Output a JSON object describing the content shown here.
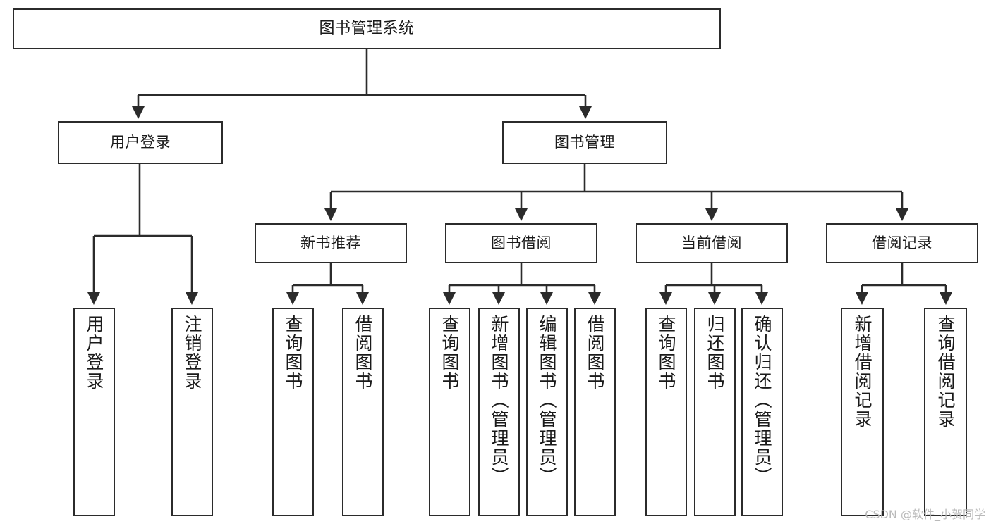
{
  "diagram": {
    "kind": "tree-hierarchy-chart",
    "title": "图书管理系统",
    "stroke_color": "#2b2b2b",
    "background_color": "#ffffff",
    "text_color": "#1a1a1a"
  },
  "nodes": {
    "root": {
      "label": "图书管理系统"
    },
    "level2": [
      {
        "id": "user-login",
        "label": "用户登录"
      },
      {
        "id": "book-management",
        "label": "图书管理"
      }
    ],
    "level3": [
      {
        "id": "new-book-recommend",
        "label": "新书推荐"
      },
      {
        "id": "book-borrow",
        "label": "图书借阅"
      },
      {
        "id": "current-borrow",
        "label": "当前借阅"
      },
      {
        "id": "borrow-record",
        "label": "借阅记录"
      }
    ],
    "leaves": {
      "user-login": [
        {
          "id": "leaf-user-login",
          "label": "用户登录"
        },
        {
          "id": "leaf-logout",
          "label": "注销登录"
        }
      ],
      "new-book-recommend": [
        {
          "id": "leaf-query-book-1",
          "label": "查询图书"
        },
        {
          "id": "leaf-borrow-book-1",
          "label": "借阅图书"
        }
      ],
      "book-borrow": [
        {
          "id": "leaf-query-book-2",
          "label": "查询图书"
        },
        {
          "id": "leaf-add-book-admin",
          "label": "新增图书（管理员）"
        },
        {
          "id": "leaf-edit-book-admin",
          "label": "编辑图书（管理员）"
        },
        {
          "id": "leaf-borrow-book-2",
          "label": "借阅图书"
        }
      ],
      "current-borrow": [
        {
          "id": "leaf-query-book-3",
          "label": "查询图书"
        },
        {
          "id": "leaf-return-book",
          "label": "归还图书"
        },
        {
          "id": "leaf-confirm-return-admin",
          "label": "确认归还（管理员）"
        }
      ],
      "borrow-record": [
        {
          "id": "leaf-add-borrow-record",
          "label": "新增借阅记录"
        },
        {
          "id": "leaf-query-borrow-record",
          "label": "查询借阅记录"
        }
      ]
    }
  },
  "watermark": {
    "text": "CSDN @软件_小贺同学"
  }
}
